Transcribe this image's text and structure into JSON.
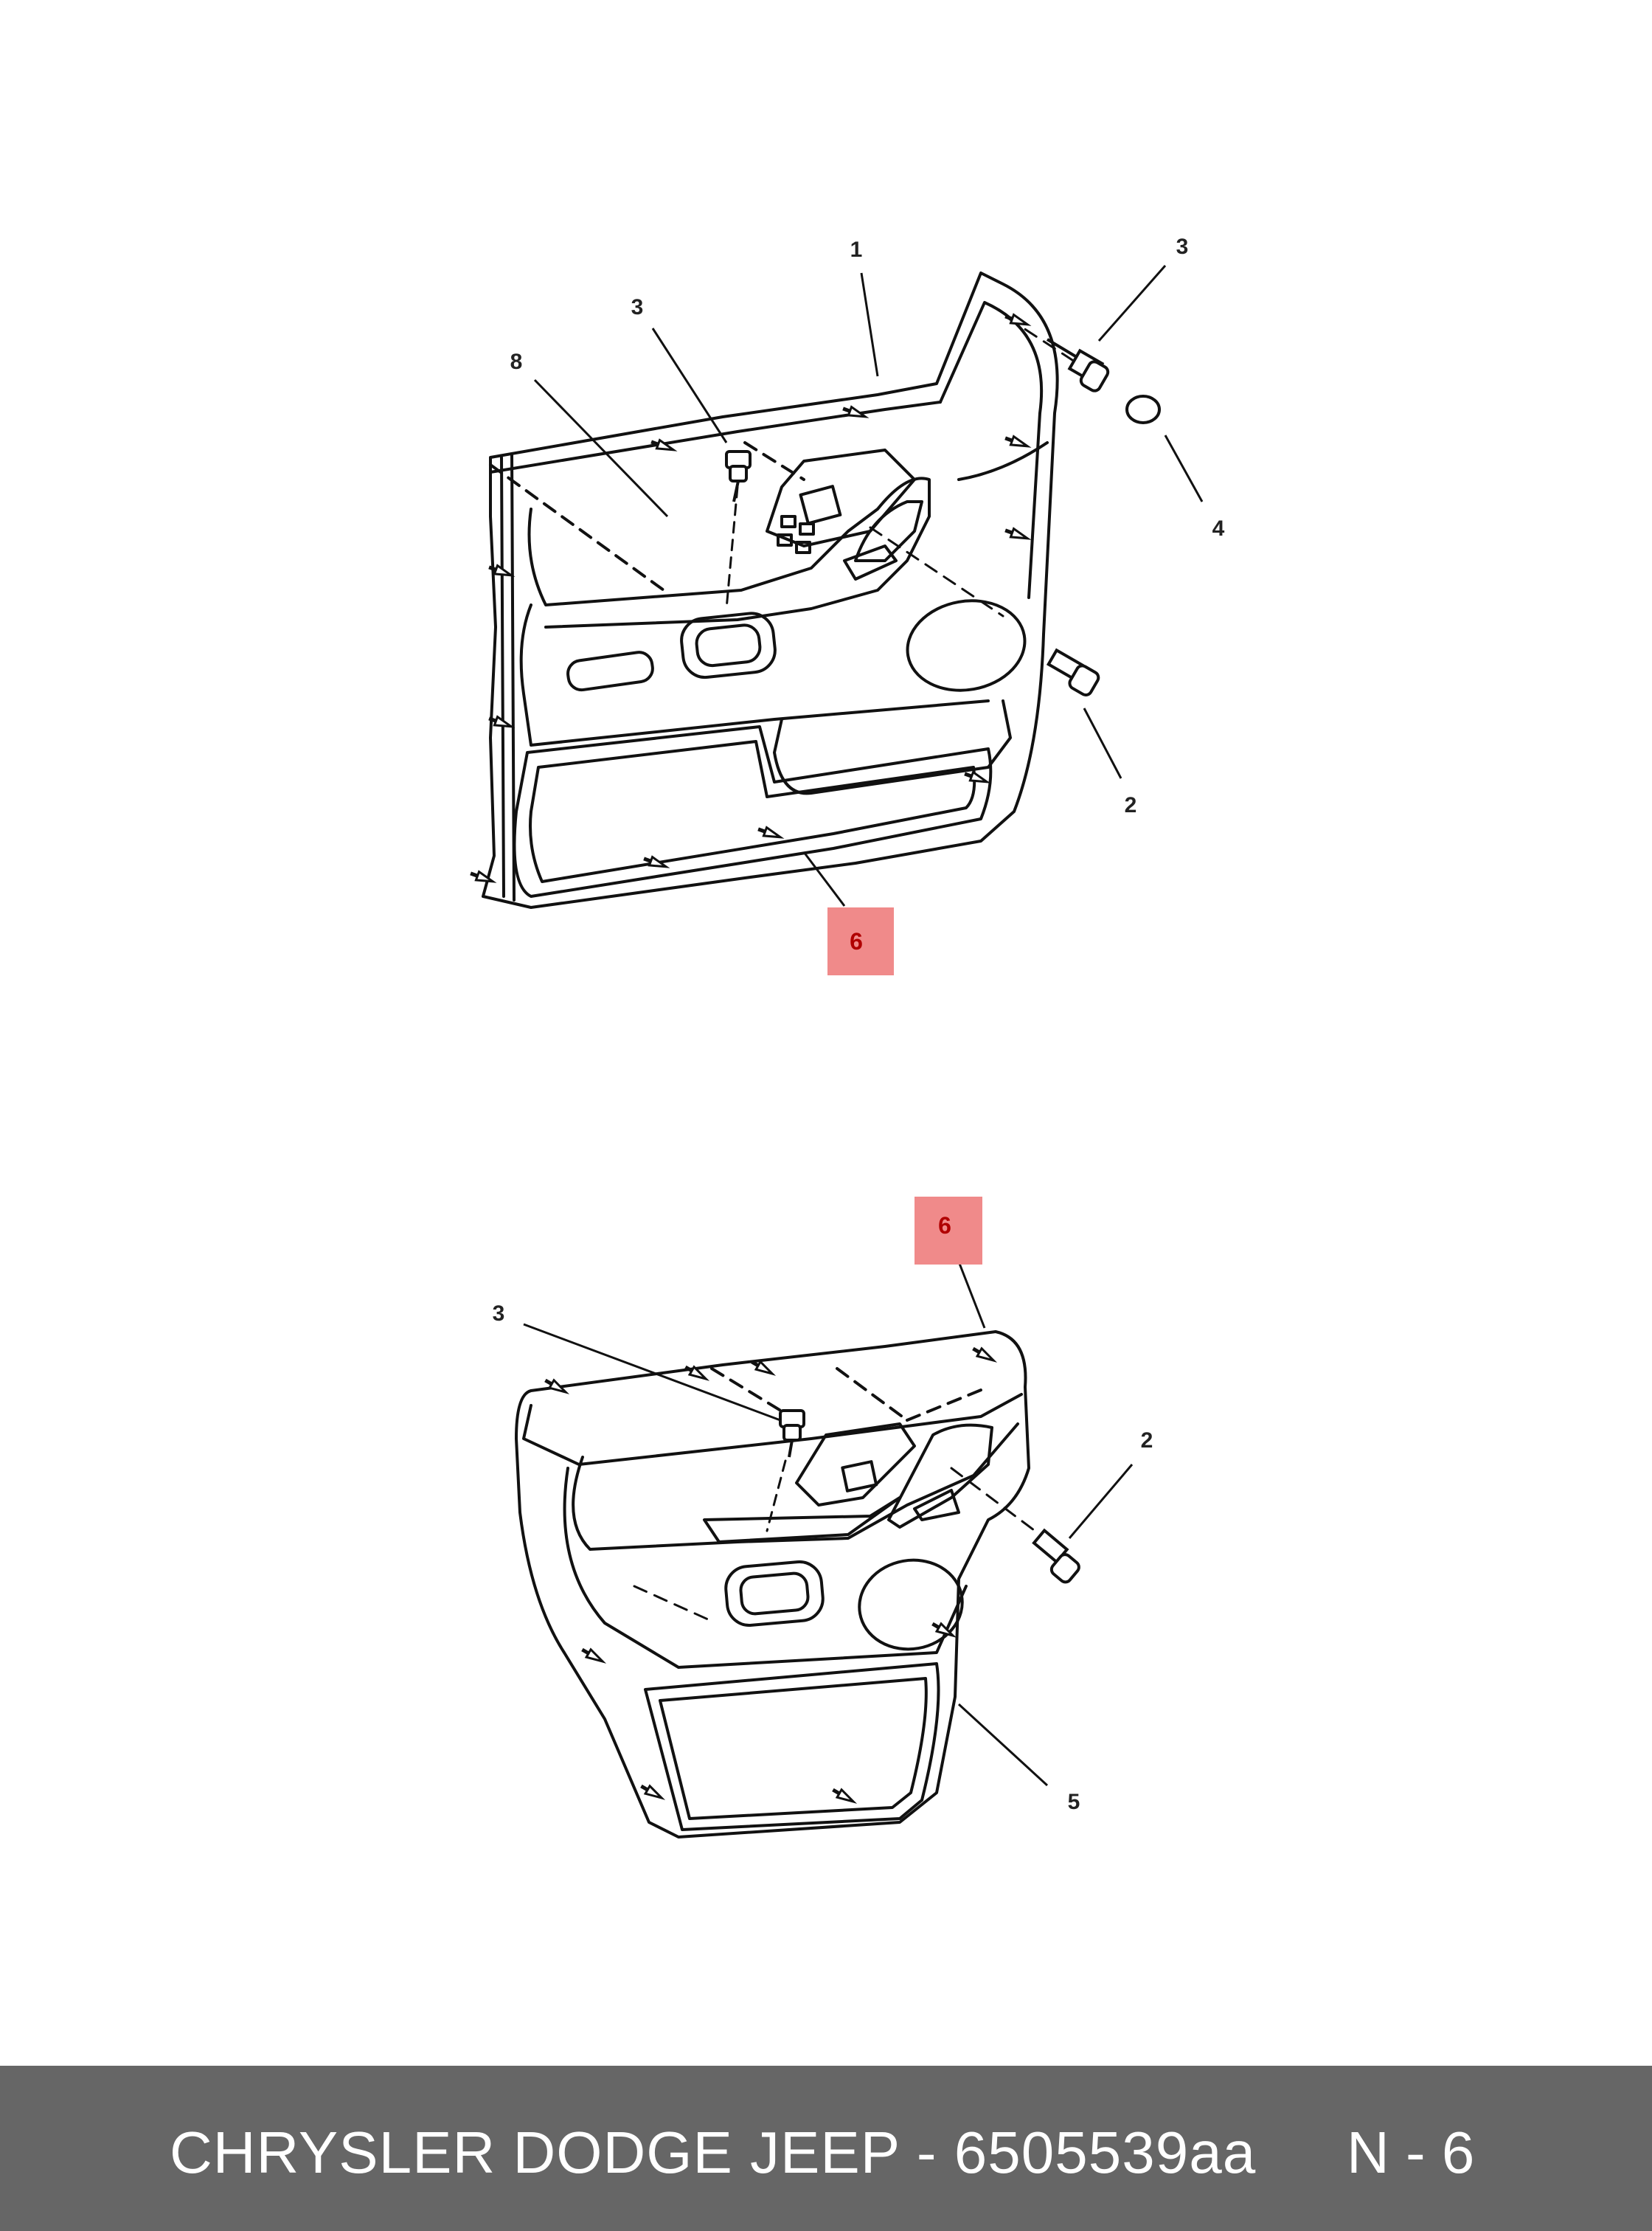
{
  "front_door": {
    "callouts": {
      "c1": "1",
      "c2": "2",
      "c3a": "3",
      "c3b": "3",
      "c4": "4",
      "c8": "8"
    },
    "highlight_label": "6"
  },
  "rear_door": {
    "callouts": {
      "c2": "2",
      "c3": "3",
      "c5": "5"
    },
    "highlight_label": "6"
  },
  "colors": {
    "highlight": "#f08a8a",
    "footer_bg": "#666666",
    "footer_text": "#ffffff",
    "line": "#111111"
  },
  "footer": {
    "title": "CHRYSLER DODGE JEEP - 6505539aa",
    "code": "N - 6"
  }
}
